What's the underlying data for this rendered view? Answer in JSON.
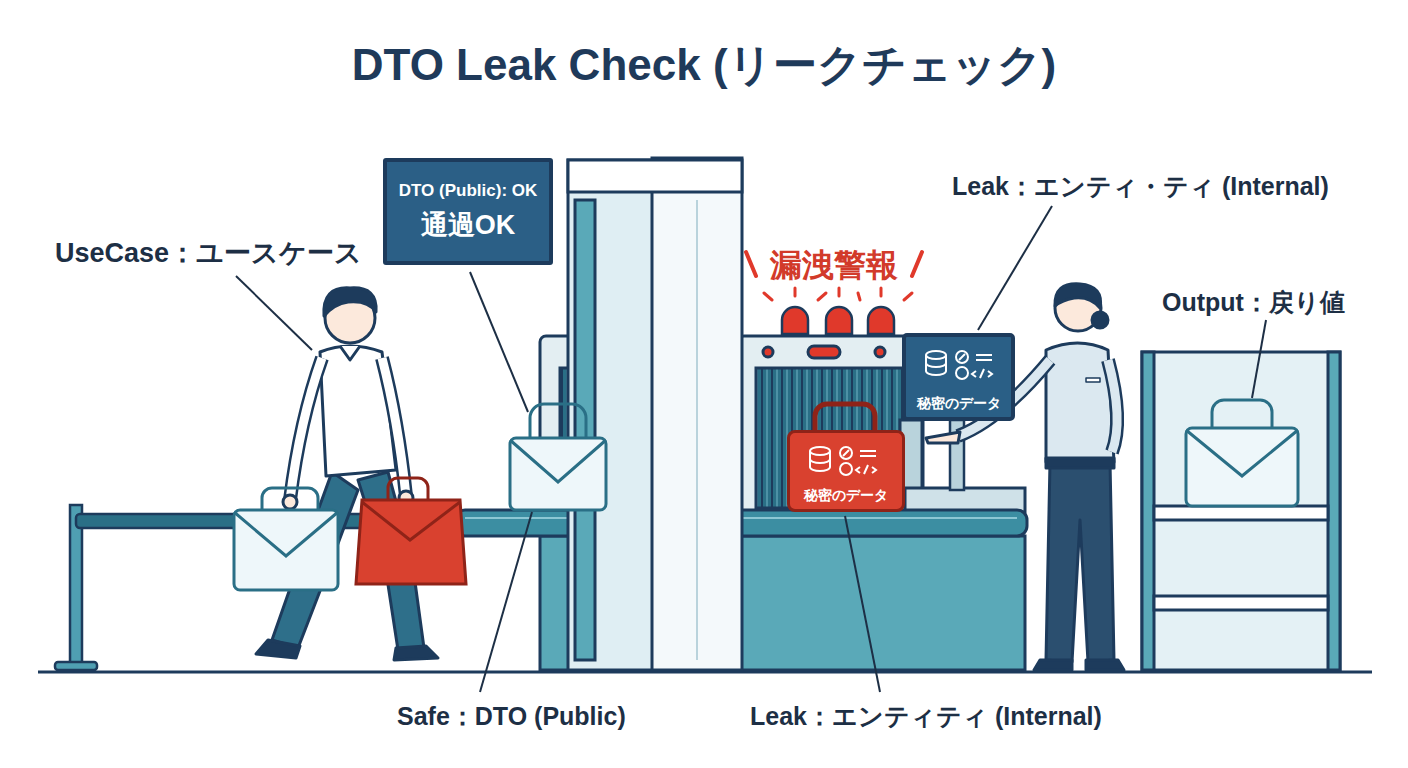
{
  "diagram": {
    "title": "DTO Leak Check (リークチェック)",
    "nodes": [
      {
        "text": [
          "DTO (Public): OK",
          "通過OK"
        ]
      },
      {
        "text": [
          "秘密のデータ"
        ]
      },
      {
        "text": [
          "秘密のデータ"
        ]
      }
    ],
    "labels": [
      "UseCase：ユースケース",
      "漏洩警報",
      "Leak：エンティ・ティ (Internal)",
      "Output：戻り値",
      "Safe：DTO (Public)",
      "Leak：エンティティ (Internal)"
    ]
  }
}
